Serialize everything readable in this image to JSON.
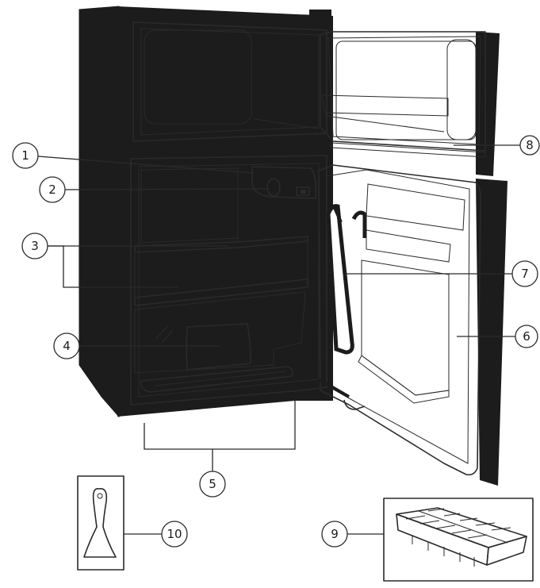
{
  "callouts": [
    {
      "id": "c1",
      "label": "1"
    },
    {
      "id": "c2",
      "label": "2"
    },
    {
      "id": "c3",
      "label": "3"
    },
    {
      "id": "c4",
      "label": "4"
    },
    {
      "id": "c5",
      "label": "5"
    },
    {
      "id": "c6",
      "label": "6"
    },
    {
      "id": "c7",
      "label": "7"
    },
    {
      "id": "c8",
      "label": "8"
    },
    {
      "id": "c9",
      "label": "9"
    },
    {
      "id": "c10",
      "label": "10"
    }
  ],
  "colors": {
    "cabinet": "#1c1c1c",
    "line": "#2a2a2a",
    "background": "#ffffff"
  }
}
